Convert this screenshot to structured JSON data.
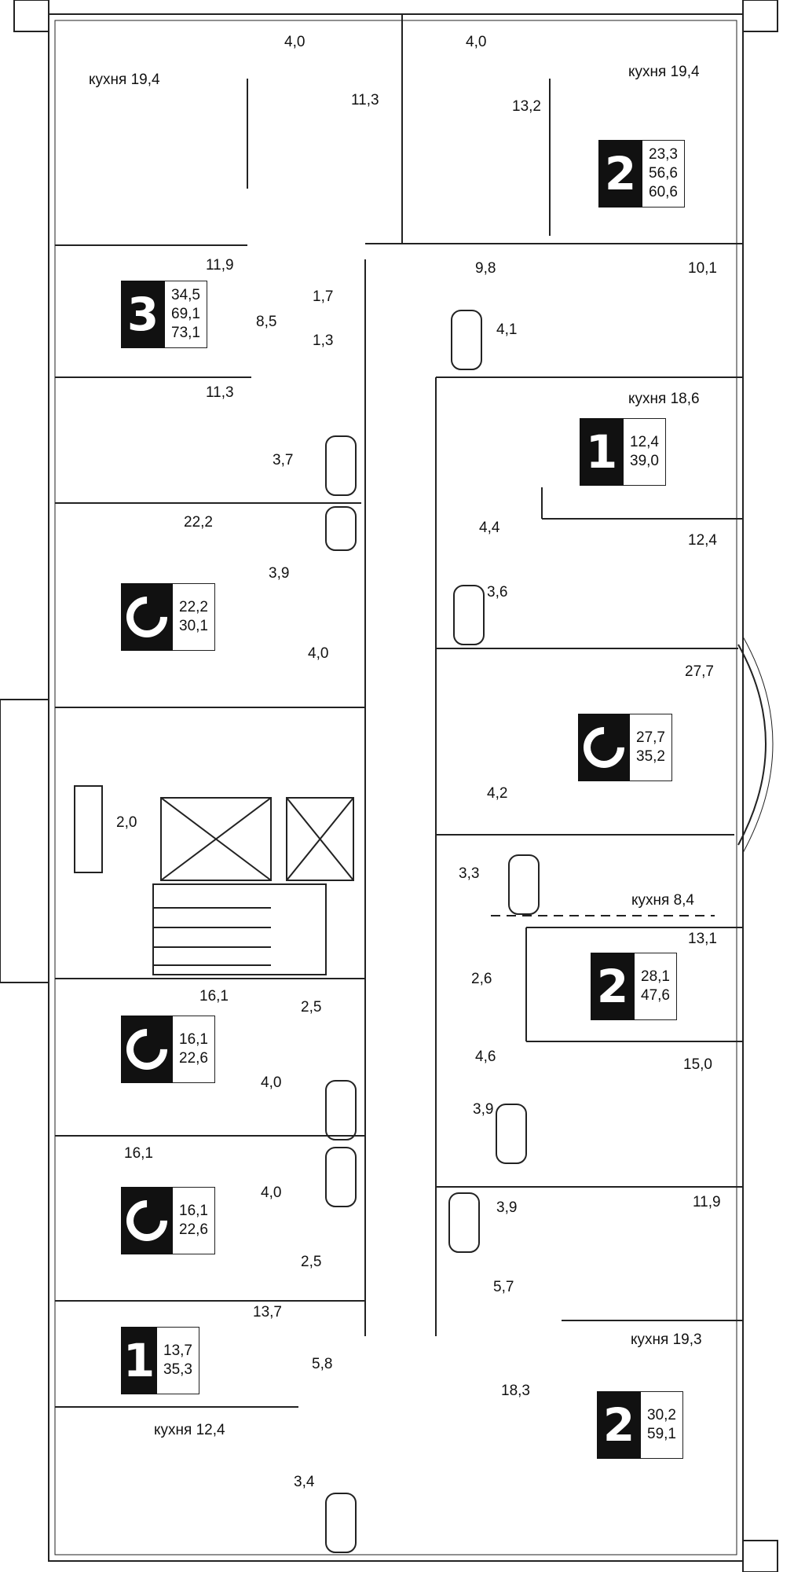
{
  "rooms": {
    "tl_kitchen": "кухня 19,4",
    "tl_balcony": "4,0",
    "tl_hall": "11,3",
    "tr_balcony": "4,0",
    "tr_room": "13,2",
    "tr_kitchen": "кухня 19,4",
    "l_room_a": "11,9",
    "l_room_b": "11,3",
    "l_hall": "8,5",
    "l_wc1": "1,7",
    "l_wc2": "1,3",
    "c_bath": "3,7",
    "c_bath2": "3,9",
    "l_studio_room": "22,2",
    "l_studio_hall": "4,0",
    "stair_store": "2,0",
    "r_room_98": "9,8",
    "r_room_101": "10,1",
    "r_bath_41": "4,1",
    "r_kitchen_186": "кухня 18,6",
    "r_hall_44": "4,4",
    "r_room_124": "12,4",
    "r_bath_36": "3,6",
    "r_studio_277": "27,7",
    "r_hall_42": "4,2",
    "r_bath_33": "3,3",
    "r_kitchen_84": "кухня 8,4",
    "r_store_26": "2,6",
    "r_room_131": "13,1",
    "r_hall_46": "4,6",
    "r_room_150": "15,0",
    "r_bath_39a": "3,9",
    "r_bath_39b": "3,9",
    "r_room_119": "11,9",
    "r_hall_57": "5,7",
    "r_kitchen_193": "кухня 19,3",
    "r_room_183": "18,3",
    "l_studio1_room": "16,1",
    "l_studio1_hall": "2,5",
    "l_studio1_bath": "4,0",
    "l_studio2_room": "16,1",
    "l_studio2_bath": "4,0",
    "l_studio2_hall": "2,5",
    "l_1room_room": "13,7",
    "l_1room_hall": "5,8",
    "l_kitchen_124": "кухня 12,4",
    "l_bath_34": "3,4"
  },
  "apartments": [
    {
      "id": "apt-2-top-right",
      "rooms": "2",
      "living": "23,3",
      "total": "56,6",
      "total_balc": "60,6"
    },
    {
      "id": "apt-3-left",
      "rooms": "3",
      "living": "34,5",
      "total": "69,1",
      "total_balc": "73,1"
    },
    {
      "id": "apt-1-right",
      "rooms": "1",
      "living": "12,4",
      "total": "39,0"
    },
    {
      "id": "apt-studio-left",
      "rooms": "C",
      "living": "22,2",
      "total": "30,1"
    },
    {
      "id": "apt-studio-right",
      "rooms": "C",
      "living": "27,7",
      "total": "35,2"
    },
    {
      "id": "apt-2-right-mid",
      "rooms": "2",
      "living": "28,1",
      "total": "47,6"
    },
    {
      "id": "apt-studio-left-2",
      "rooms": "C",
      "living": "16,1",
      "total": "22,6"
    },
    {
      "id": "apt-studio-left-3",
      "rooms": "C",
      "living": "16,1",
      "total": "22,6"
    },
    {
      "id": "apt-1-left-bottom",
      "rooms": "1",
      "living": "13,7",
      "total": "35,3"
    },
    {
      "id": "apt-2-right-bottom",
      "rooms": "2",
      "living": "30,2",
      "total": "59,1"
    }
  ]
}
